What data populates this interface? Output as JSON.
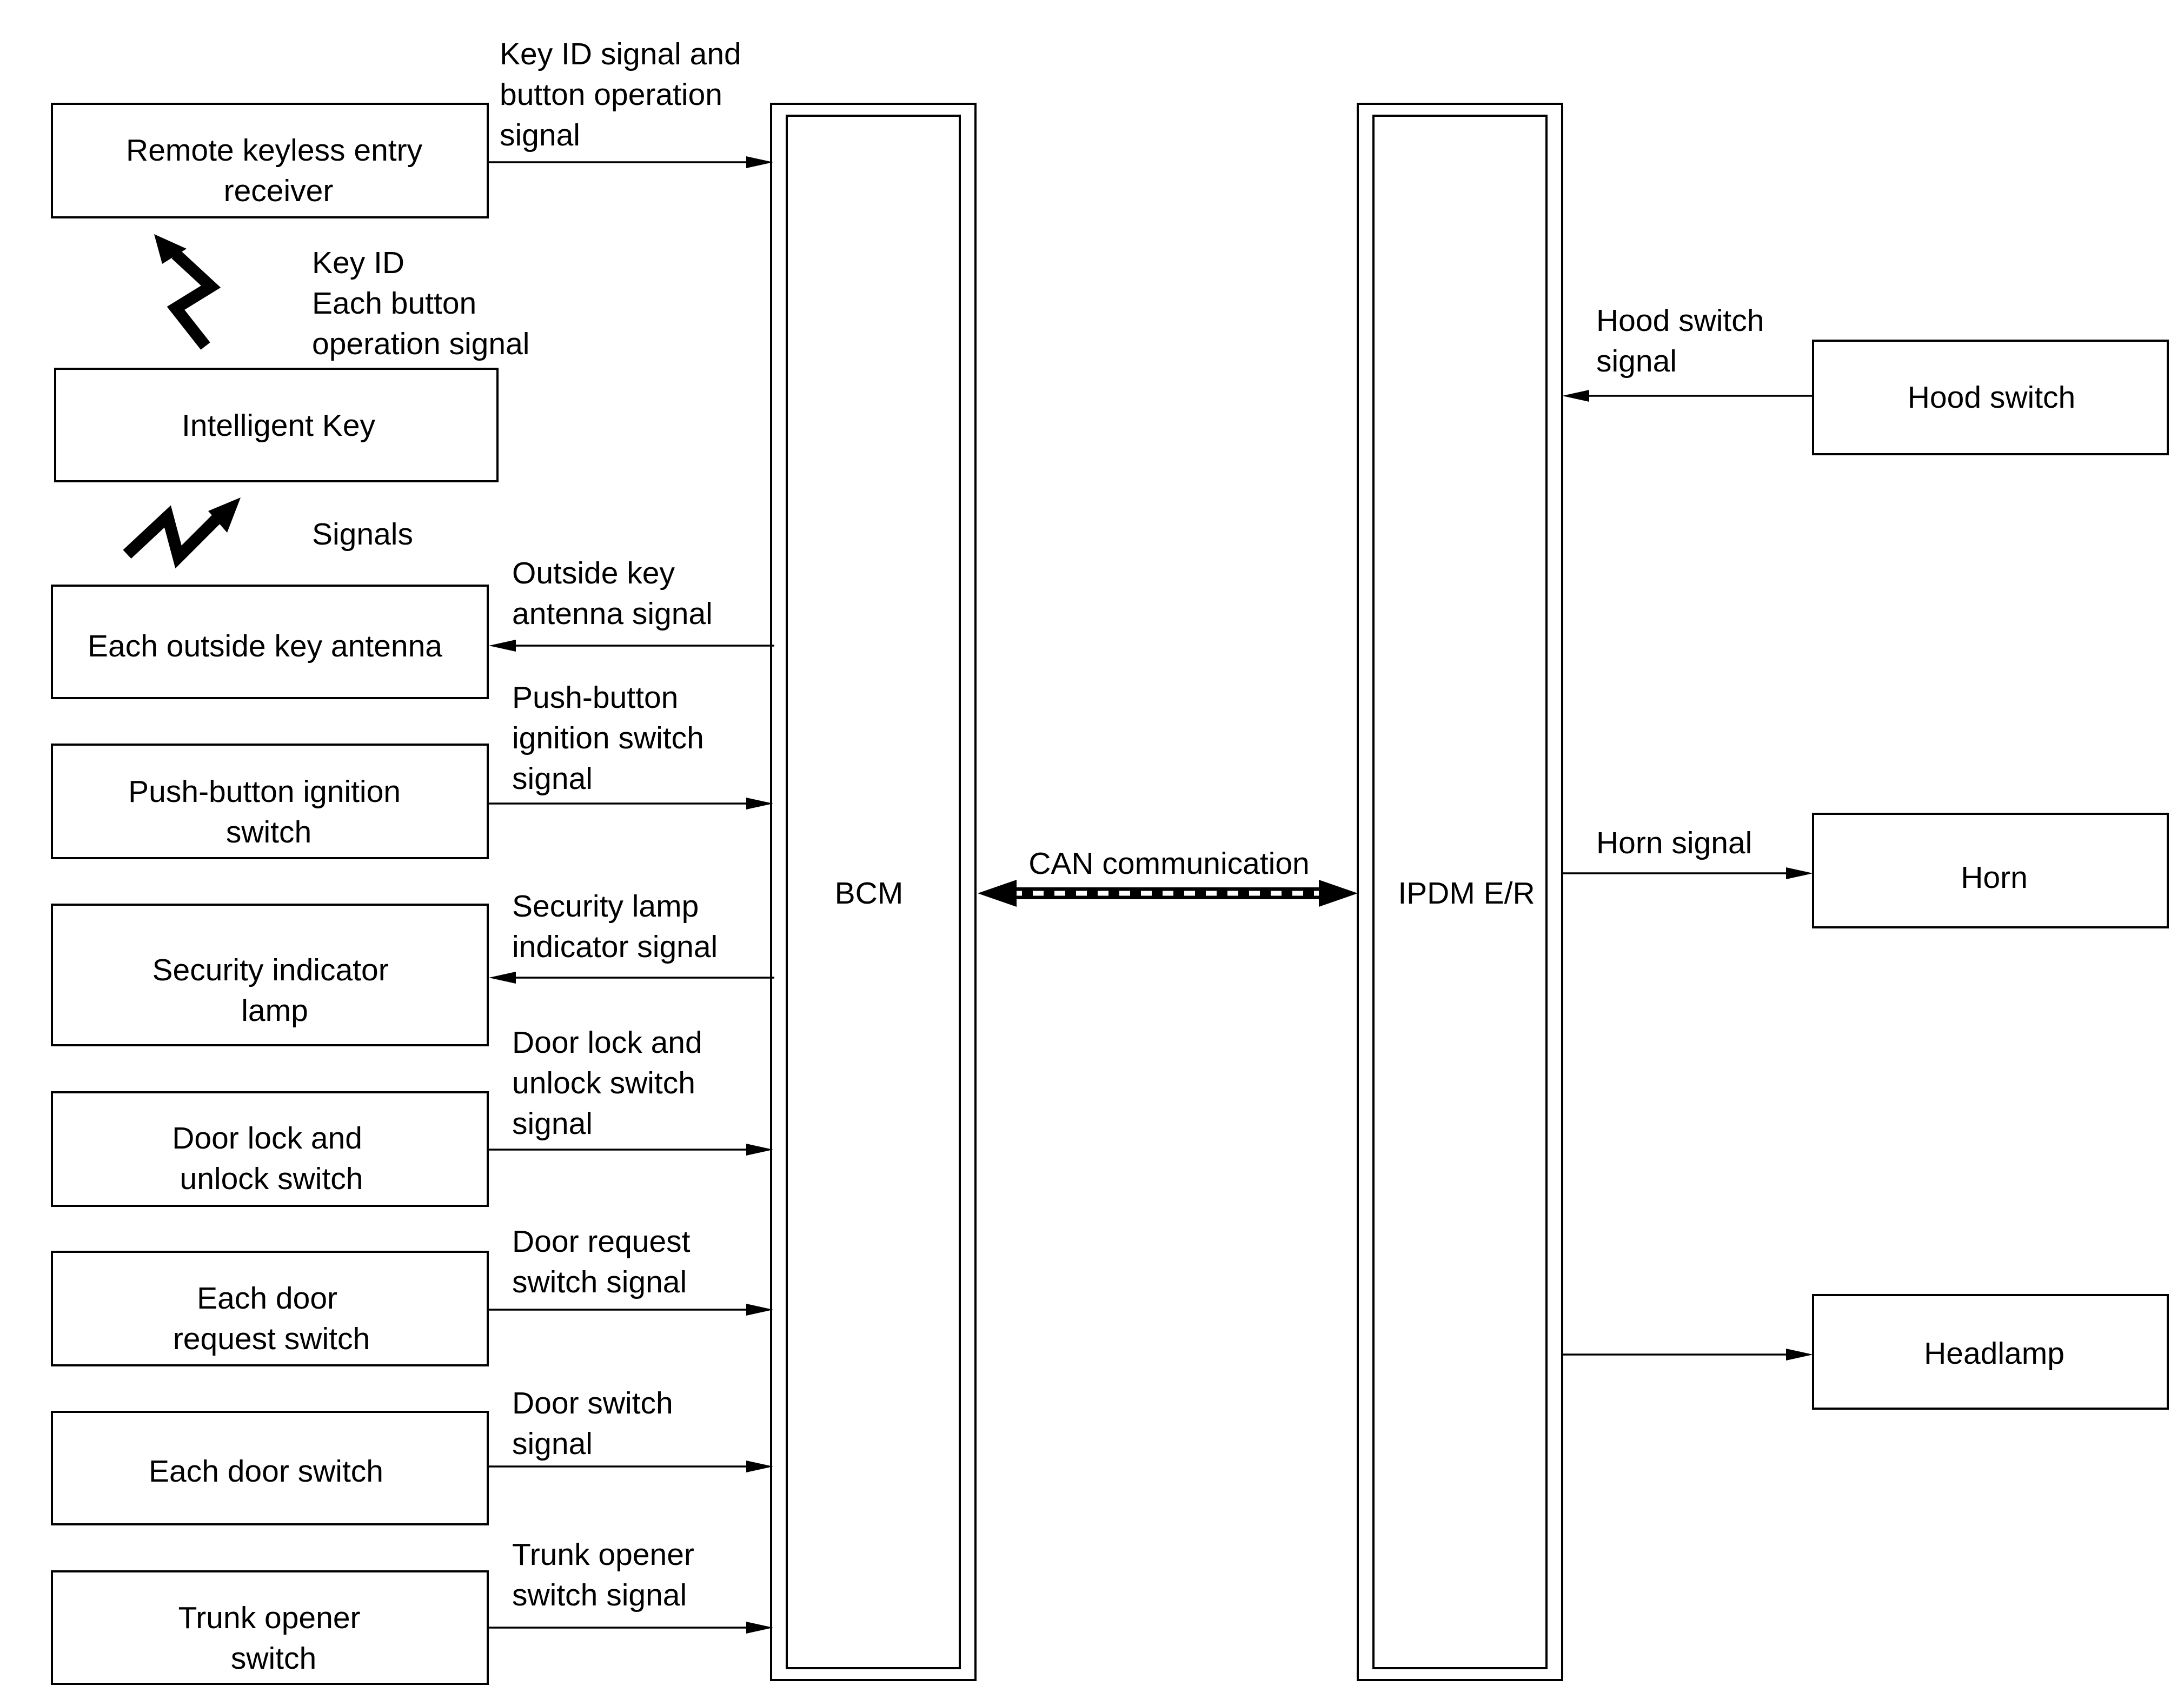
{
  "left_boxes": {
    "remote_keyless_entry_receiver": [
      "Remote keyless entry",
      "receiver"
    ],
    "intelligent_key": [
      "Intelligent Key"
    ],
    "each_outside_key_antenna": [
      "Each outside key antenna"
    ],
    "push_button_ignition_switch": [
      "Push-button ignition",
      "switch"
    ],
    "security_indicator_lamp": [
      "Security indicator",
      "lamp"
    ],
    "door_lock_unlock_switch": [
      "Door lock and",
      "unlock switch"
    ],
    "each_door_request_switch": [
      "Each door",
      "request switch"
    ],
    "each_door_switch": [
      "Each door switch"
    ],
    "trunk_opener_switch": [
      "Trunk opener",
      "switch"
    ]
  },
  "right_boxes": {
    "hood_switch": [
      "Hood switch"
    ],
    "horn": [
      "Horn"
    ],
    "headlamp": [
      "Headlamp"
    ]
  },
  "modules": {
    "bcm": "BCM",
    "ipdm": "IPDM E/R"
  },
  "signals": {
    "key_id_button": [
      "Key ID signal and",
      "button operation",
      "signal"
    ],
    "key_id_each_button": [
      "Key ID",
      "Each button",
      "operation signal"
    ],
    "signals": [
      "Signals"
    ],
    "outside_key_antenna": [
      "Outside key",
      "antenna signal"
    ],
    "push_button_ignition": [
      "Push-button",
      "ignition switch",
      "signal"
    ],
    "security_lamp_indicator": [
      "Security lamp",
      "indicator signal"
    ],
    "door_lock_unlock": [
      "Door lock and",
      "unlock switch",
      "signal"
    ],
    "door_request": [
      "Door request",
      "switch signal"
    ],
    "door_switch": [
      "Door switch",
      "signal"
    ],
    "trunk_opener": [
      "Trunk opener",
      "switch signal"
    ],
    "hood_switch": [
      "Hood switch",
      "signal"
    ],
    "horn": [
      "Horn signal"
    ],
    "can": [
      "CAN communication"
    ]
  }
}
